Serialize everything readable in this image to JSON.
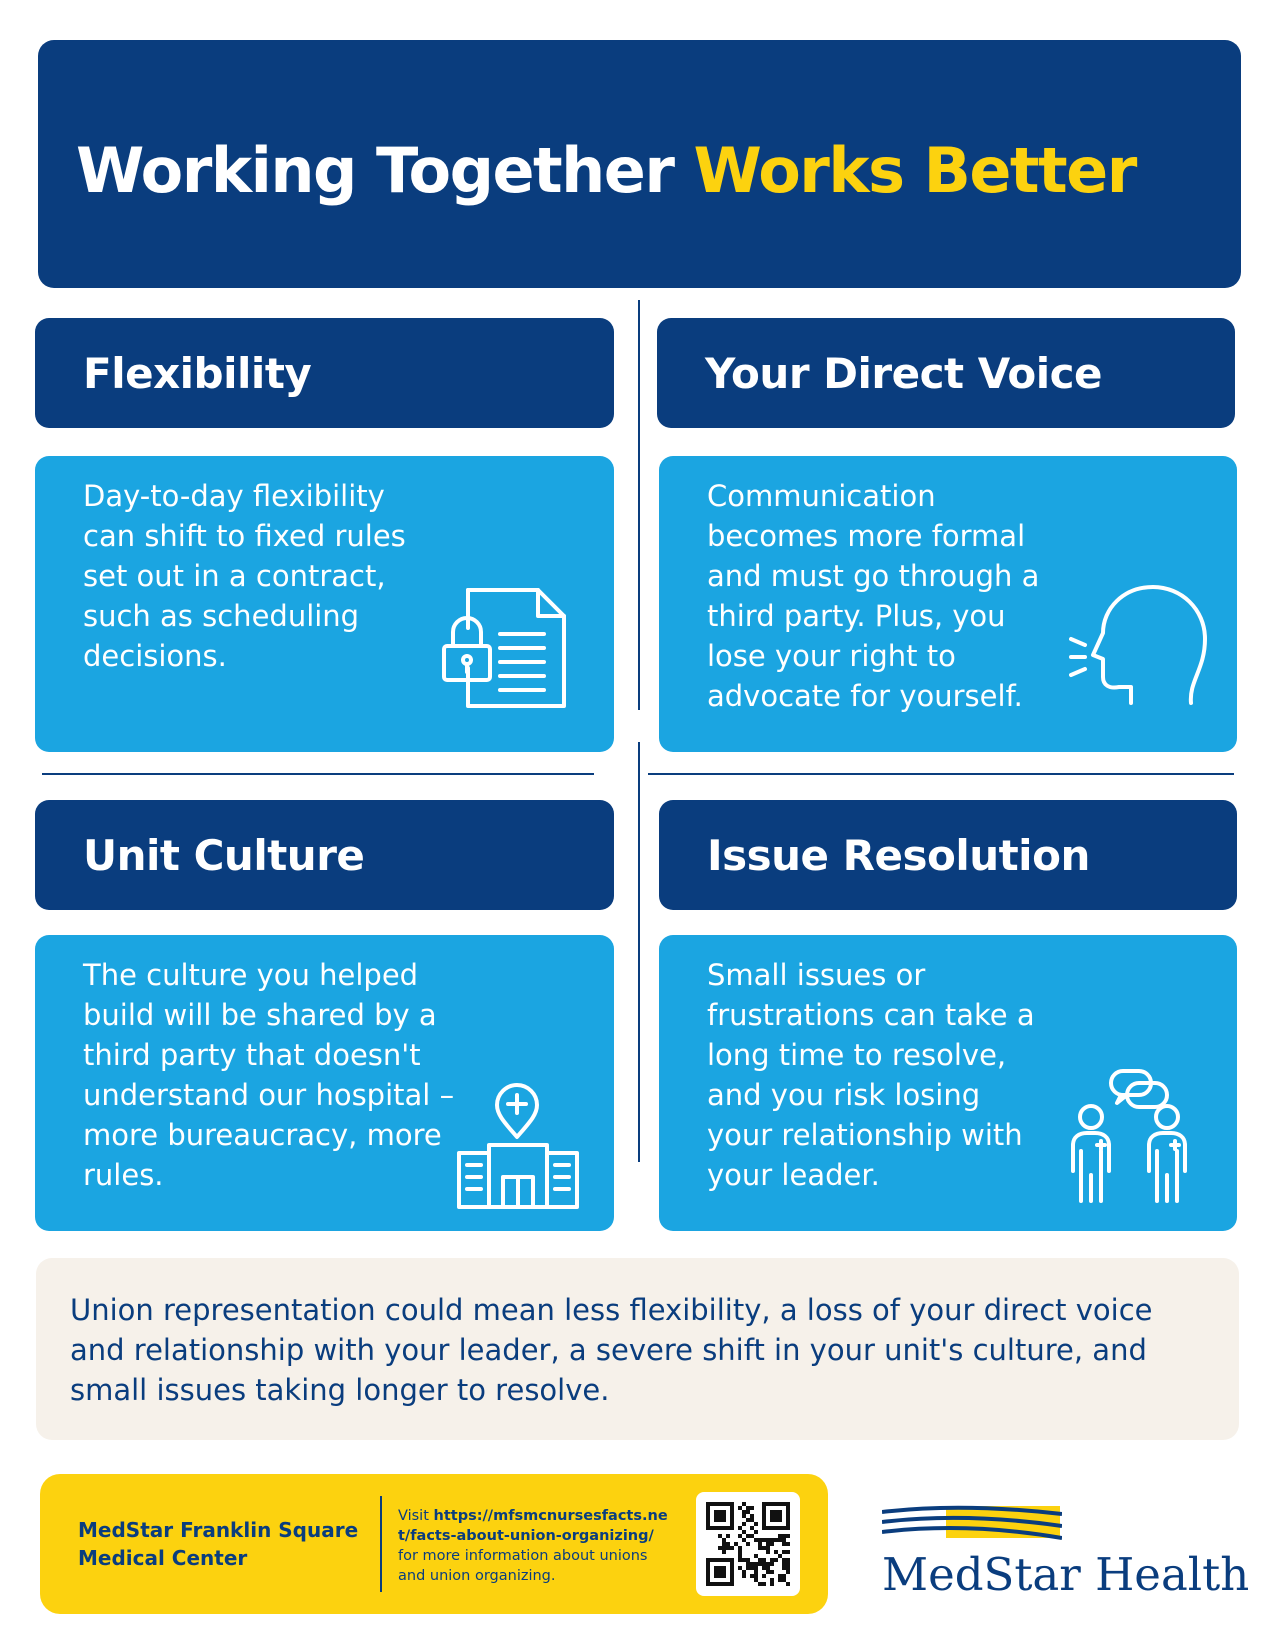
{
  "banner": {
    "title_white": "Working Together",
    "title_yellow": "Works Better"
  },
  "cards": [
    {
      "heading": "Flexibility",
      "body": "Day-to-day flexibility can shift to fixed rules set out in a contract, such as scheduling decisions.",
      "icon": "contract-lock-icon"
    },
    {
      "heading": "Your Direct Voice",
      "body": "Communication becomes more formal and must go through a third party. Plus, you lose your right to advocate for yourself.",
      "icon": "speaking-head-icon"
    },
    {
      "heading": "Unit Culture",
      "body": "The culture you helped build will be shared by a third party that doesn't understand our hospital – more bureaucracy, more rules.",
      "icon": "hospital-location-icon"
    },
    {
      "heading": "Issue Resolution",
      "body": "Small issues or frustrations can take a long time to resolve, and you risk losing your relationship with your leader.",
      "icon": "nurses-conversation-icon"
    }
  ],
  "summary": "Union representation could mean less flexibility, a loss of your direct voice and relationship with your leader, a severe shift in your unit's culture, and small issues taking longer to resolve.",
  "footer": {
    "org_name": "MedStar Franklin Square Medical Center",
    "visit_prefix": "Visit",
    "visit_url": "https://mfsmcnursesfacts.net/facts-about-union-organizing/",
    "visit_suffix": "for more information about unions and union organizing.",
    "qr_icon": "qr-code-icon",
    "logo_text": "MedStar Health"
  },
  "colors": {
    "navy": "#0a3d7e",
    "sky": "#1ba5e1",
    "yellow": "#fcd20f",
    "cream": "#f6f1ea"
  }
}
